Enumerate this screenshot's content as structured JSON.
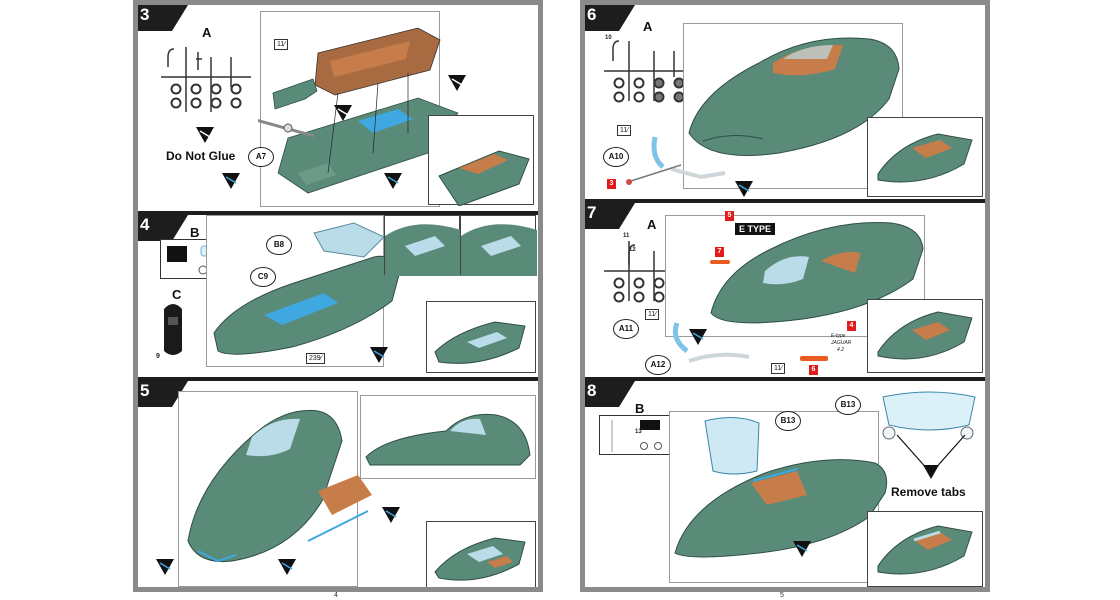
{
  "pages": [
    {
      "number": "4",
      "steps": [
        {
          "number": "3",
          "sprue": "A",
          "callouts": [
            "A7"
          ],
          "paint": "11",
          "warning": "Do Not Glue"
        },
        {
          "number": "4",
          "sprues": [
            "B",
            "C"
          ],
          "callouts": [
            "B8",
            "C9"
          ],
          "paint": "239",
          "chassis_number": "9"
        },
        {
          "number": "5"
        }
      ]
    },
    {
      "number": "5",
      "steps": [
        {
          "number": "6",
          "sprue": "A",
          "sprue_part": "10",
          "callouts": [
            "A10"
          ],
          "paint": "11",
          "decal": "3"
        },
        {
          "number": "7",
          "sprue": "A",
          "sprue_parts": [
            "11",
            "12"
          ],
          "callouts": [
            "A11",
            "A12"
          ],
          "paint": "11",
          "decals": [
            "5",
            "7",
            "4",
            "6"
          ],
          "badge": "E TYPE",
          "script_lines": [
            "E-type",
            "JAGUAR",
            "4.2"
          ]
        },
        {
          "number": "8",
          "sprue": "B",
          "sprue_part": "13",
          "callouts": [
            "B13",
            "B13"
          ],
          "instruction": "Remove tabs"
        }
      ]
    }
  ],
  "colors": {
    "body_green": "#5a8a78",
    "body_dark": "#3f6d5d",
    "interior_tan": "#c77d4a",
    "highlight_blue": "#3fa8e0",
    "step_band": "#1d1d1d",
    "page_border": "#8a8a8a",
    "decal_red": "#e31b1b"
  }
}
